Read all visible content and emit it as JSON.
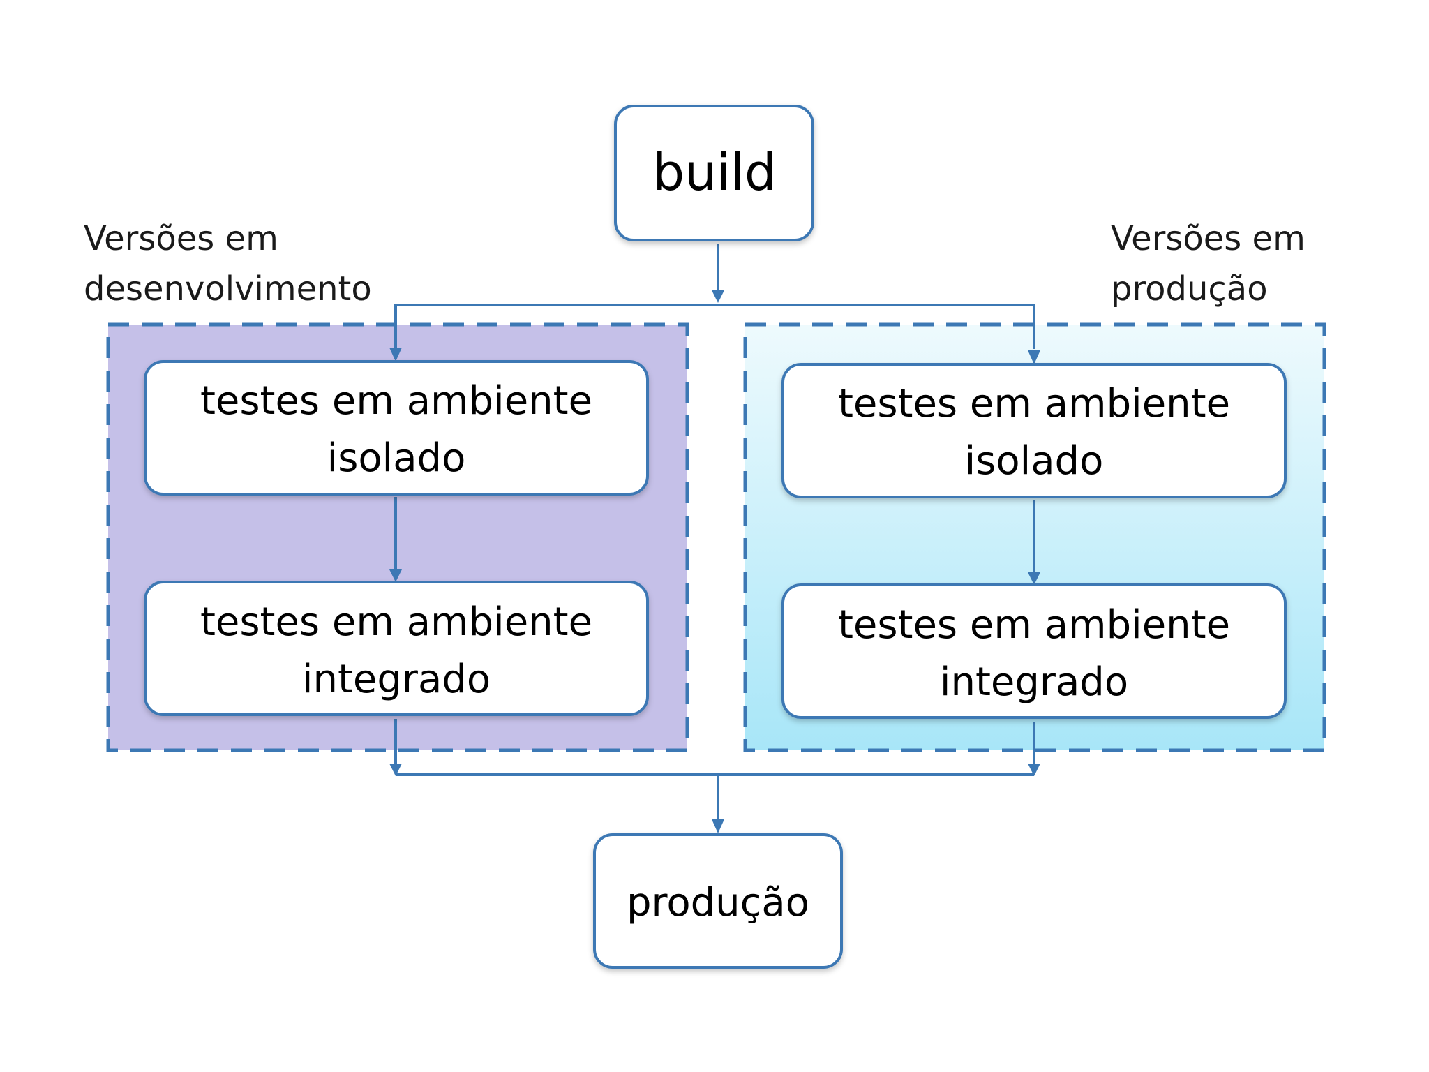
{
  "colors": {
    "connector": "#3c78b4",
    "node_border": "#3c78b4",
    "node_fill": "#ffffff",
    "dev_group_fill": "#c5c0e8",
    "prod_group_fill_top": "#eefafd",
    "prod_group_fill_bottom": "#a8e6f8"
  },
  "groups": {
    "dev": {
      "label_line1": "Versões em",
      "label_line2": "desenvolvimento"
    },
    "prod": {
      "label_line1": "Versões em",
      "label_line2": "produção"
    }
  },
  "nodes": {
    "build": "build",
    "dev_isolated": {
      "line1": "testes em ambiente",
      "line2": "isolado"
    },
    "dev_integrated": {
      "line1": "testes em ambiente",
      "line2": "integrado"
    },
    "prod_isolated": {
      "line1": "testes em ambiente",
      "line2": "isolado"
    },
    "prod_integrated": {
      "line1": "testes em ambiente",
      "line2": "integrado"
    },
    "production": "produção"
  }
}
